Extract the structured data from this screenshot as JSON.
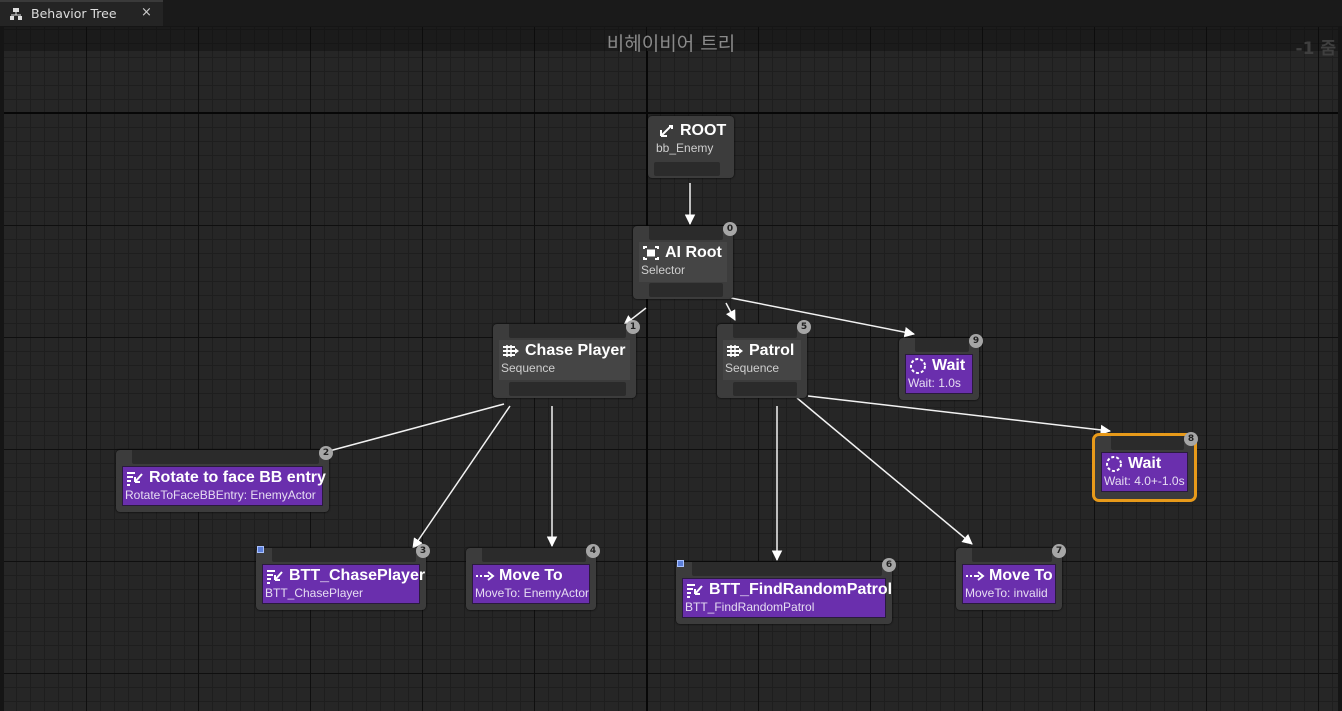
{
  "tab": {
    "label": "Behavior Tree",
    "icon": "behavior-tree-icon",
    "close": "×"
  },
  "graph": {
    "title": "비헤이비어 트리",
    "zoom": "-1 줌"
  },
  "colors": {
    "task": "#6a2fad",
    "composite": "#454545",
    "selection": "#e89a1a",
    "wire": "#ffffff"
  },
  "nodes": [
    {
      "id": "root",
      "title": "ROOT",
      "subtitle": "bb_Enemy",
      "icon": "root-arrow-icon"
    },
    {
      "id": "ai-root",
      "title": "AI Root",
      "subtitle": "Selector",
      "index": "0",
      "icon": "selector-icon"
    },
    {
      "id": "chase-player",
      "title": "Chase Player",
      "subtitle": "Sequence",
      "index": "1",
      "icon": "sequence-icon"
    },
    {
      "id": "patrol",
      "title": "Patrol",
      "subtitle": "Sequence",
      "index": "5",
      "icon": "sequence-icon"
    },
    {
      "id": "wait-9",
      "title": "Wait",
      "subtitle": "Wait: 1.0s",
      "index": "9",
      "icon": "wait-icon"
    },
    {
      "id": "rotate",
      "title": "Rotate to face BB entry",
      "subtitle": "RotateToFaceBBEntry: EnemyActor",
      "index": "2",
      "icon": "task-icon"
    },
    {
      "id": "wait-8",
      "title": "Wait",
      "subtitle": "Wait: 4.0+-1.0s",
      "index": "8",
      "icon": "wait-icon",
      "selected": true
    },
    {
      "id": "btt-chase",
      "title": "BTT_ChasePlayer",
      "subtitle": "BTT_ChasePlayer",
      "index": "3",
      "icon": "task-icon"
    },
    {
      "id": "move-to-4",
      "title": "Move To",
      "subtitle": "MoveTo: EnemyActor",
      "index": "4",
      "icon": "move-to-icon"
    },
    {
      "id": "btt-find",
      "title": "BTT_FindRandomPatrol",
      "subtitle": "BTT_FindRandomPatrol",
      "index": "6",
      "icon": "task-icon"
    },
    {
      "id": "move-to-7",
      "title": "Move To",
      "subtitle": "MoveTo: invalid",
      "index": "7",
      "icon": "move-to-icon"
    }
  ]
}
